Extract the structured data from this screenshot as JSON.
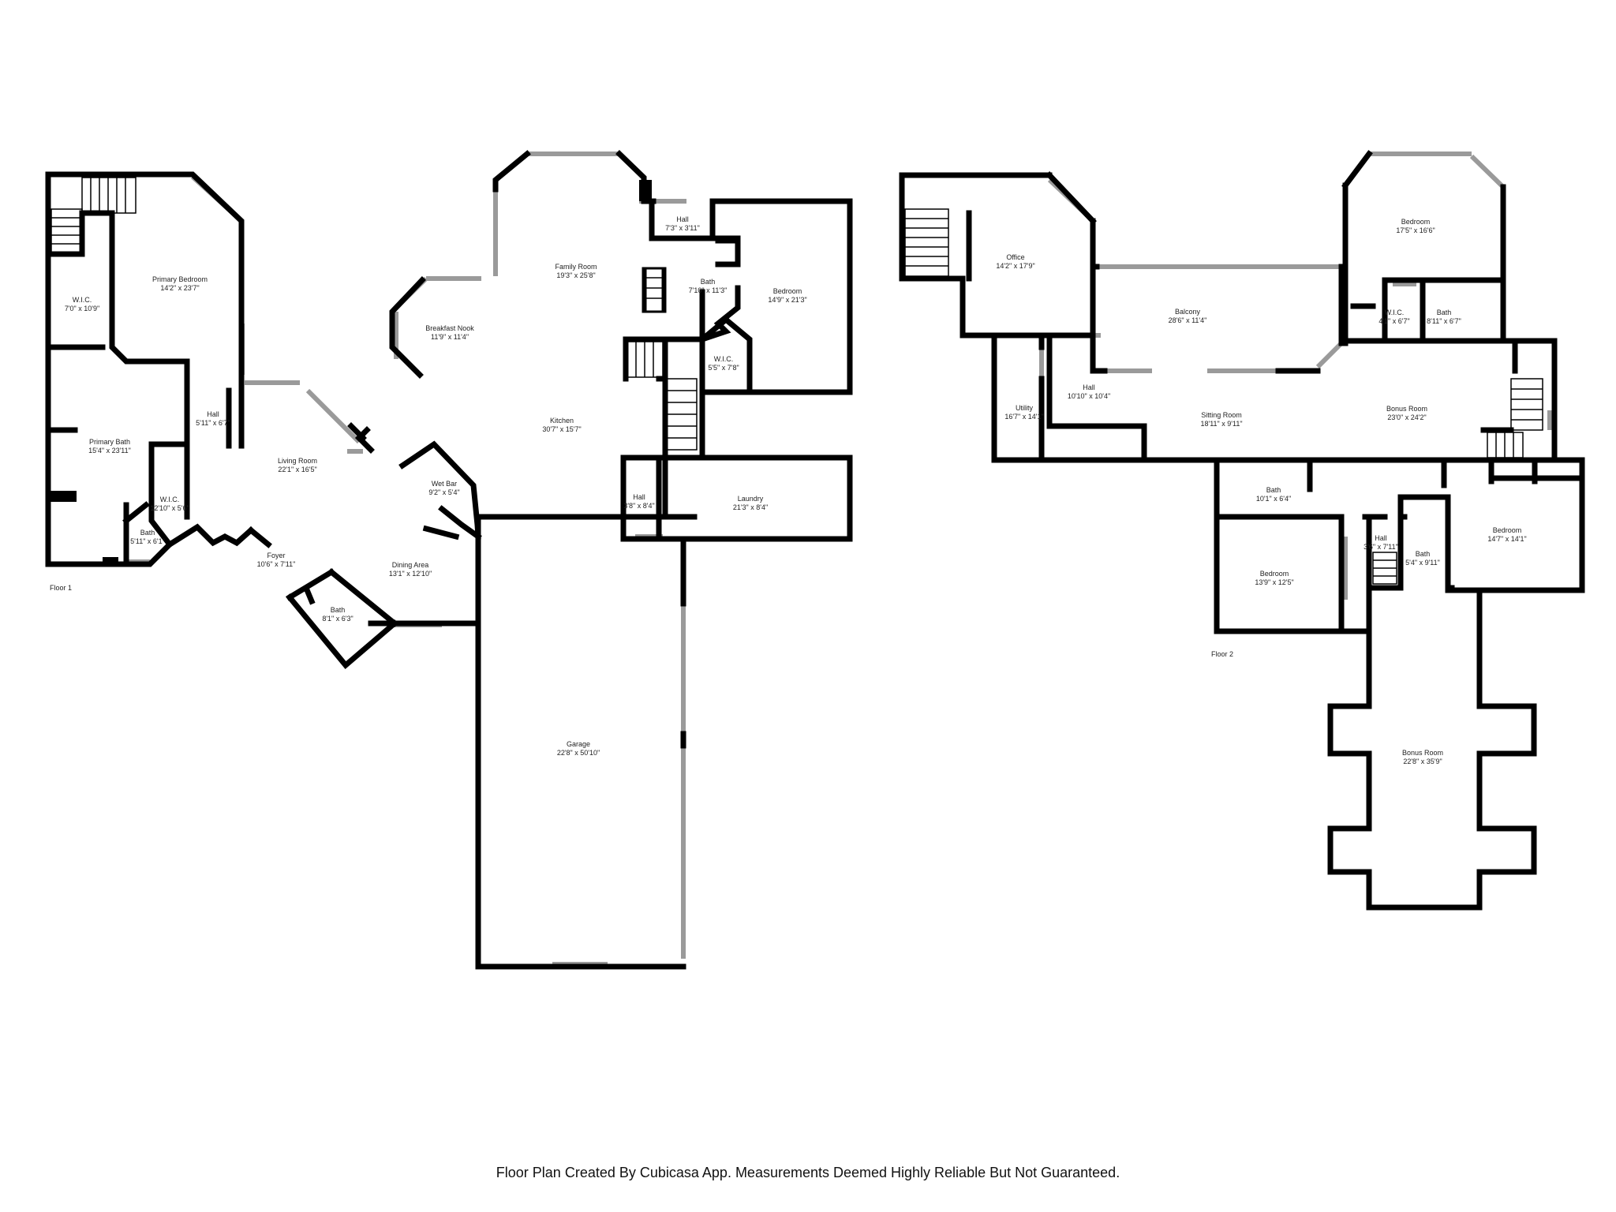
{
  "floors": [
    {
      "label": "Floor 1"
    },
    {
      "label": "Floor 2"
    }
  ],
  "rooms": [
    {
      "name": "W.I.C.",
      "dim": "7'0\" x 10'9\""
    },
    {
      "name": "Primary Bedroom",
      "dim": "14'2\" x 23'7\""
    },
    {
      "name": "Primary Bath",
      "dim": "15'4\" x 23'11\""
    },
    {
      "name": "Hall",
      "dim": "5'11\" x 6'7\""
    },
    {
      "name": "W.I.C.",
      "dim": "12'10\" x 5'6\""
    },
    {
      "name": "Bath",
      "dim": "5'11\" x 6'1\""
    },
    {
      "name": "Living Room",
      "dim": "22'1\" x 16'5\""
    },
    {
      "name": "Foyer",
      "dim": "10'6\" x 7'11\""
    },
    {
      "name": "Bath",
      "dim": "8'1\" x 6'3\""
    },
    {
      "name": "Dining Area",
      "dim": "13'1\" x 12'10\""
    },
    {
      "name": "Wet Bar",
      "dim": "9'2\" x 5'4\""
    },
    {
      "name": "Breakfast Nook",
      "dim": "11'9\" x 11'4\""
    },
    {
      "name": "Family Room",
      "dim": "19'3\" x 25'8\""
    },
    {
      "name": "Kitchen",
      "dim": "30'7\" x 15'7\""
    },
    {
      "name": "Hall",
      "dim": "7'3\" x 3'11\""
    },
    {
      "name": "Bath",
      "dim": "7'10\" x 11'3\""
    },
    {
      "name": "Bedroom",
      "dim": "14'9\" x 21'3\""
    },
    {
      "name": "W.I.C.",
      "dim": "5'5\" x 7'8\""
    },
    {
      "name": "Hall",
      "dim": "3'8\" x 8'4\""
    },
    {
      "name": "Laundry",
      "dim": "21'3\" x 8'4\""
    },
    {
      "name": "Garage",
      "dim": "22'8\" x 50'10\""
    },
    {
      "name": "Office",
      "dim": "14'2\" x 17'9\""
    },
    {
      "name": "Balcony",
      "dim": "28'6\" x 11'4\""
    },
    {
      "name": "Bedroom",
      "dim": "17'5\" x 16'6\""
    },
    {
      "name": "W.I.C.",
      "dim": "4'1\" x 6'7\""
    },
    {
      "name": "Bath",
      "dim": "8'11\" x 6'7\""
    },
    {
      "name": "Utility",
      "dim": "16'7\" x 14'1\""
    },
    {
      "name": "Hall",
      "dim": "10'10\" x 10'4\""
    },
    {
      "name": "Sitting Room",
      "dim": "18'11\" x 9'11\""
    },
    {
      "name": "Bonus Room",
      "dim": "23'0\" x 24'2\""
    },
    {
      "name": "Bath",
      "dim": "10'1\" x 6'4\""
    },
    {
      "name": "Bedroom",
      "dim": "13'9\" x 12'5\""
    },
    {
      "name": "Hall",
      "dim": "3'6\" x 7'11\""
    },
    {
      "name": "Bath",
      "dim": "5'4\" x 9'11\""
    },
    {
      "name": "Bedroom",
      "dim": "14'7\" x 14'1\""
    },
    {
      "name": "Bonus Room",
      "dim": "22'8\" x 35'9\""
    }
  ],
  "footer": "Floor Plan Created By Cubicasa App. Measurements Deemed Highly Reliable But Not Guaranteed."
}
